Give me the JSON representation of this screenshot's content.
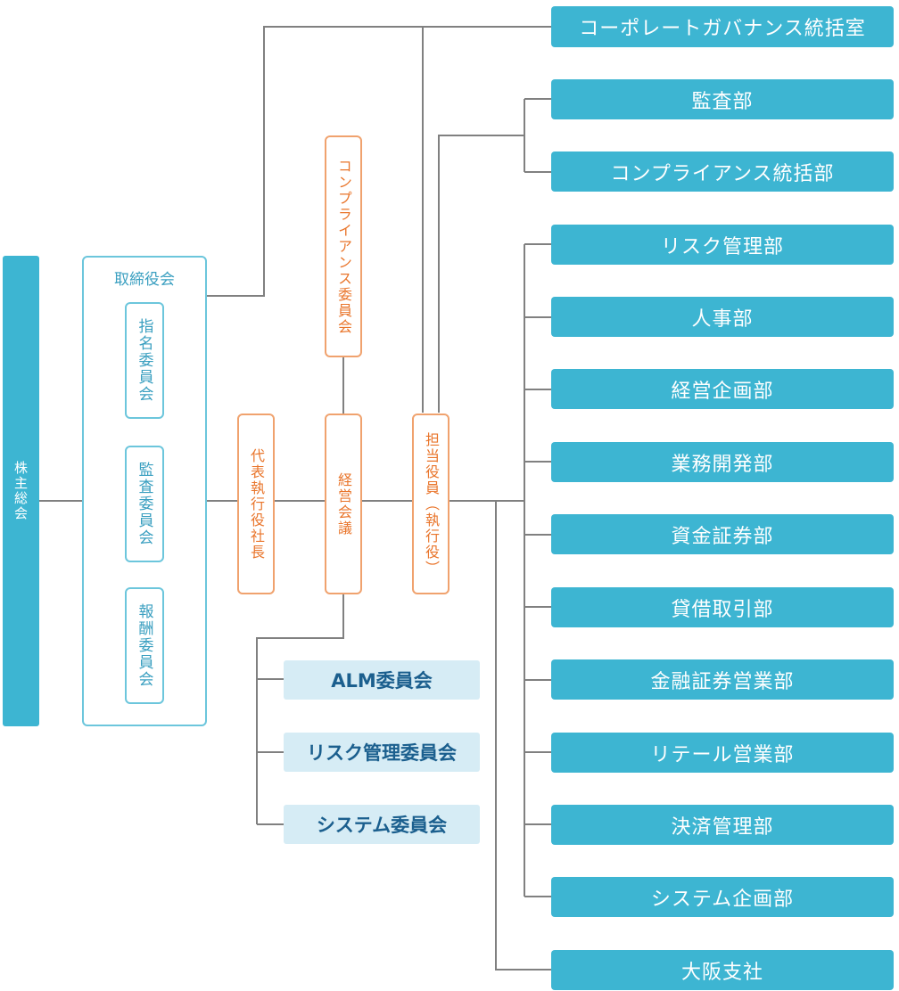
{
  "shareholders_meeting": "株主総会",
  "board": {
    "title": "取締役会",
    "committees": [
      "指名委員会",
      "監査委員会",
      "報酬委員会"
    ]
  },
  "ceo": "代表執行役社長",
  "compliance_committee": "コンプライアンス委員会",
  "management_meeting": "経営会議",
  "executive_officer": "担当役員（執行役）",
  "management_committees": [
    "ALM委員会",
    "リスク管理委員会",
    "システム委員会"
  ],
  "departments": [
    "コーポレートガバナンス統括室",
    "監査部",
    "コンプライアンス統括部",
    "リスク管理部",
    "人事部",
    "経営企画部",
    "業務開発部",
    "資金証券部",
    "貸借取引部",
    "金融証券営業部",
    "リテール営業部",
    "決済管理部",
    "システム企画部",
    "大阪支社"
  ],
  "colors": {
    "department_fill": "#3db5d2",
    "committee_fill": "#d6ecf5",
    "committee_text": "#1b5f8e",
    "orange_border": "#f0a26e",
    "orange_text": "#e9752b",
    "board_border": "#6cc6dc",
    "connector": "#808080"
  }
}
